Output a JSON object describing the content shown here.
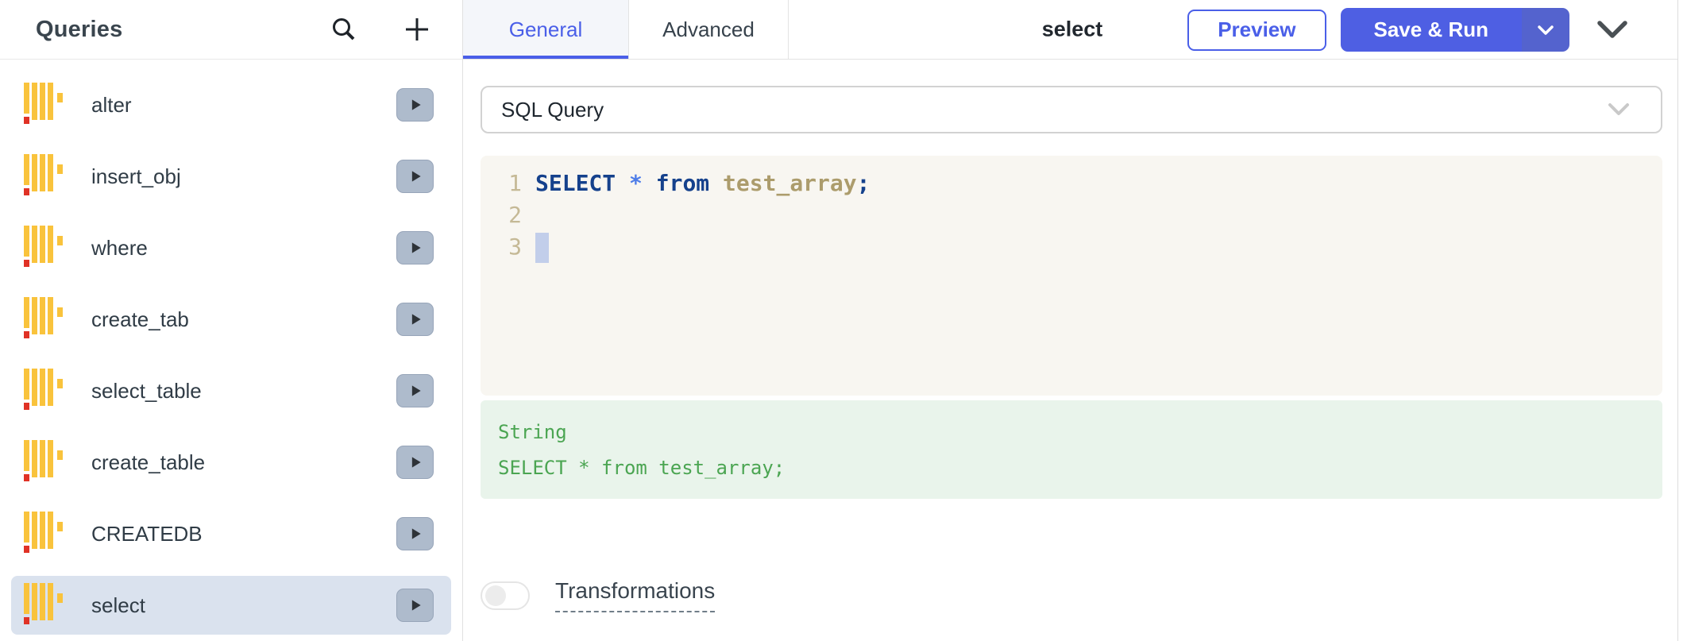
{
  "sidebar": {
    "title": "Queries",
    "items": [
      {
        "label": "alter",
        "selected": false
      },
      {
        "label": "insert_obj",
        "selected": false
      },
      {
        "label": "where",
        "selected": false
      },
      {
        "label": "create_tab",
        "selected": false
      },
      {
        "label": "select_table",
        "selected": false
      },
      {
        "label": "create_table",
        "selected": false
      },
      {
        "label": "CREATEDB",
        "selected": false
      },
      {
        "label": "select",
        "selected": true
      }
    ]
  },
  "topbar": {
    "tabs": [
      {
        "label": "General",
        "active": true
      },
      {
        "label": "Advanced",
        "active": false
      }
    ],
    "query_title": "select",
    "preview_label": "Preview",
    "save_run_label": "Save & Run"
  },
  "query_form": {
    "command_type": {
      "value": "SQL Query"
    },
    "editor": {
      "lines": [
        {
          "number": "1",
          "cursor": false,
          "tokens": [
            {
              "text": "SELECT ",
              "type": "keyword"
            },
            {
              "text": "* ",
              "type": "operator"
            },
            {
              "text": "from ",
              "type": "keyword"
            },
            {
              "text": "test_array",
              "type": "identifier"
            },
            {
              "text": ";",
              "type": "keyword"
            }
          ]
        },
        {
          "number": "2",
          "cursor": false,
          "tokens": []
        },
        {
          "number": "3",
          "cursor": true,
          "tokens": []
        }
      ]
    },
    "evaluated_value": {
      "type_label": "String",
      "value": "SELECT * from test_array;"
    },
    "transformations": {
      "label": "Transformations",
      "enabled": false
    }
  },
  "colors": {
    "accent_blue": "#4A5FE8",
    "save_run_blue": "#4E5FE3",
    "selected_row_bg": "#DAE2EE",
    "clickhouse_yellow": "#F9C33C",
    "clickhouse_red": "#E03226",
    "editor_bg": "#F8F6F1",
    "success_green": "#4BA552"
  }
}
